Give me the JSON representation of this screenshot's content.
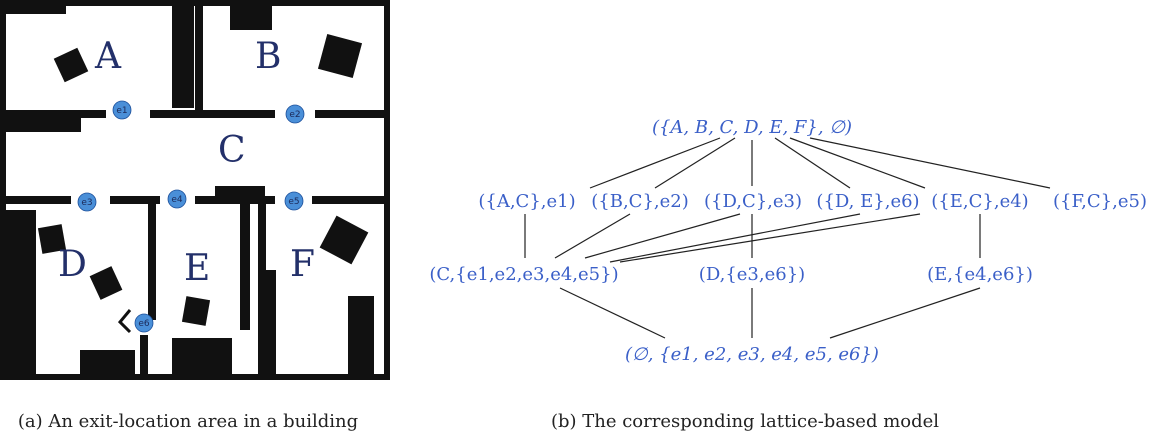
{
  "floorplan": {
    "rooms": [
      "A",
      "B",
      "C",
      "D",
      "E",
      "F"
    ],
    "exits": [
      "e1",
      "e2",
      "e3",
      "e4",
      "e5",
      "e6"
    ],
    "exit_color": "#4a8fd8",
    "label_color": "#23306a"
  },
  "lattice": {
    "top": "({A, B, C, D, E, F}, ∅)",
    "level1": [
      "({A,C},e1)",
      "({B,C},e2)",
      "({D,C},e3)",
      "({D, E},e6)",
      "({E,C},e4)",
      "({F,C},e5)"
    ],
    "level2": [
      "(C,{e1,e2,e3,e4,e5})",
      "(D,{e3,e6})",
      "(E,{e4,e6})"
    ],
    "bottom": "(∅, {e1, e2, e3, e4, e5, e6})",
    "text_color": "#3a5fc8"
  },
  "captions": {
    "left": "(a) An exit-location area in a building",
    "right": "(b) The corresponding lattice-based model"
  }
}
